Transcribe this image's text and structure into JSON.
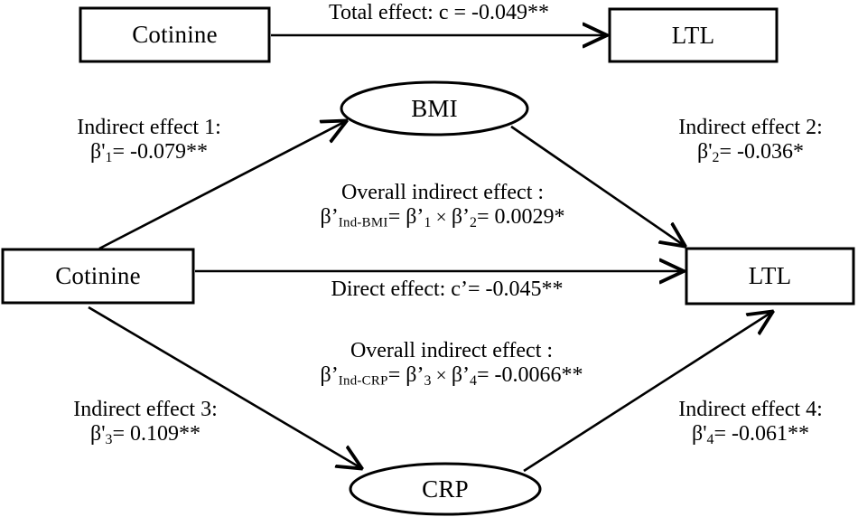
{
  "figure": {
    "type": "mediation-path-diagram",
    "background": "#ffffff",
    "stroke_color": "#000000"
  },
  "nodes": {
    "cotinine_top": {
      "label": "Cotinine",
      "shape": "rectangle"
    },
    "ltl_top": {
      "label": "LTL",
      "shape": "rectangle"
    },
    "cotinine_main": {
      "label": "Cotinine",
      "shape": "rectangle"
    },
    "ltl_main": {
      "label": "LTL",
      "shape": "rectangle"
    },
    "bmi": {
      "label": "BMI",
      "shape": "ellipse"
    },
    "crp": {
      "label": "CRP",
      "shape": "ellipse"
    }
  },
  "labels": {
    "total_effect": "Total effect: c = -0.049**",
    "direct_effect": "Direct effect:  c’= -0.045**",
    "indirect1_line1": "Indirect effect  1:",
    "indirect1_line2_pre": "β'",
    "indirect1_line2_sub": "1",
    "indirect1_line2_post": "= -0.079**",
    "indirect2_line1": "Indirect effect 2:",
    "indirect2_line2_pre": "β'",
    "indirect2_line2_sub": "2",
    "indirect2_line2_post": "= -0.036*",
    "indirect3_line1": "Indirect effect 3:",
    "indirect3_line2_pre": "β'",
    "indirect3_line2_sub": "3",
    "indirect3_line2_post": "= 0.109**",
    "indirect4_line1": "Indirect effect 4:",
    "indirect4_line2_pre": "β'",
    "indirect4_line2_sub": "4",
    "indirect4_line2_post": "= -0.061**",
    "overall_bmi_line1": "Overall indirect effect :",
    "overall_bmi_beta": "β’",
    "overall_bmi_sub": "Ind-BMI",
    "overall_bmi_eq1": "= β’",
    "overall_bmi_sub1": "1",
    "overall_bmi_times": " × ",
    "overall_bmi_beta2": "β’",
    "overall_bmi_sub2": "2",
    "overall_bmi_result": "= 0.0029*",
    "overall_crp_line1": "Overall indirect effect :",
    "overall_crp_beta": "β’",
    "overall_crp_sub": "Ind-CRP",
    "overall_crp_eq1": "= β’",
    "overall_crp_sub3": "3",
    "overall_crp_times": " × ",
    "overall_crp_beta4": "β’",
    "overall_crp_sub4": "4",
    "overall_crp_result": "= -0.0066**"
  },
  "chart_data": {
    "type": "diagram",
    "title": "",
    "paths": [
      {
        "from": "Cotinine",
        "to": "LTL",
        "effect": "Total effect",
        "coefficient": "c",
        "value": -0.049,
        "significance": "**"
      },
      {
        "from": "Cotinine",
        "to": "LTL",
        "effect": "Direct effect",
        "coefficient": "c’",
        "value": -0.045,
        "significance": "**"
      },
      {
        "from": "Cotinine",
        "to": "BMI",
        "effect": "Indirect effect 1",
        "coefficient": "β'1",
        "value": -0.079,
        "significance": "**"
      },
      {
        "from": "BMI",
        "to": "LTL",
        "effect": "Indirect effect 2",
        "coefficient": "β'2",
        "value": -0.036,
        "significance": "*"
      },
      {
        "from": "Cotinine",
        "to": "CRP",
        "effect": "Indirect effect 3",
        "coefficient": "β'3",
        "value": 0.109,
        "significance": "**"
      },
      {
        "from": "CRP",
        "to": "LTL",
        "effect": "Indirect effect 4",
        "coefficient": "β'4",
        "value": -0.061,
        "significance": "**"
      },
      {
        "from": "Cotinine",
        "to": "LTL",
        "effect": "Overall indirect effect via BMI",
        "coefficient": "β’Ind-BMI",
        "value": 0.0029,
        "significance": "*"
      },
      {
        "from": "Cotinine",
        "to": "LTL",
        "effect": "Overall indirect effect via CRP",
        "coefficient": "β’Ind-CRP",
        "value": -0.0066,
        "significance": "**"
      }
    ]
  }
}
